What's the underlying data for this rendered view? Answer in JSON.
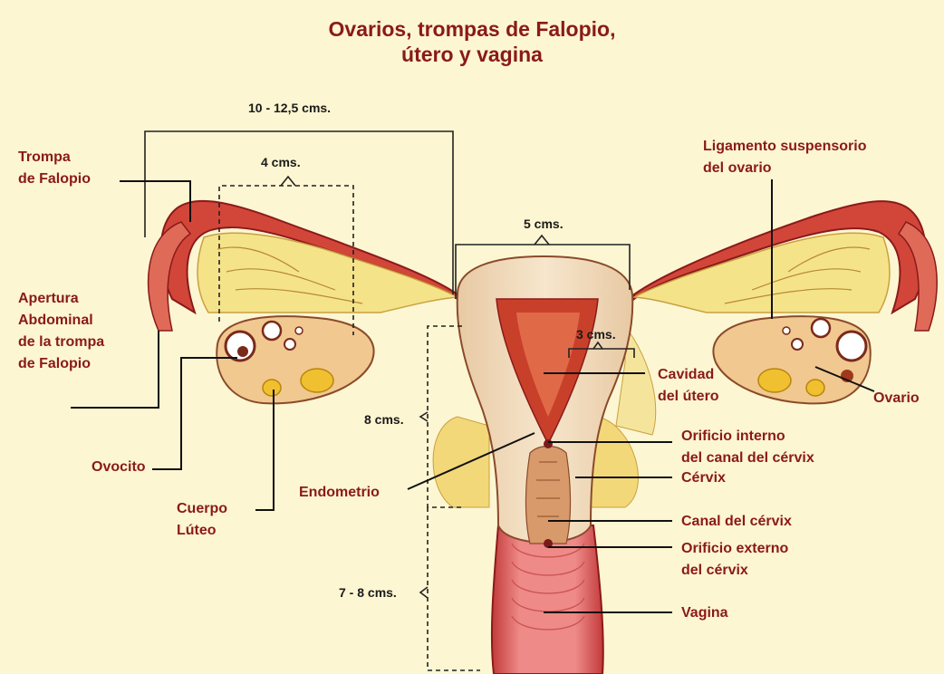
{
  "title": {
    "line1": "Ovarios, trompas de Falopio,",
    "line2": "útero y vagina"
  },
  "dimensions": {
    "tube_length": "10 - 12,5 cms.",
    "ovary_length": "4 cms.",
    "uterus_width": "5 cms.",
    "cavity_width": "3 cms.",
    "uterus_length": "8 cms.",
    "vagina_length": "7 - 8 cms."
  },
  "labels": {
    "trompa": [
      "Trompa",
      "de Falopio"
    ],
    "ligamento": [
      "Ligamento suspensorio",
      "del ovario"
    ],
    "apertura": [
      "Apertura",
      "Abdominal",
      "de la trompa",
      "de Falopio"
    ],
    "cavidad": [
      "Cavidad",
      "del útero"
    ],
    "ovario": "Ovario",
    "orificio_interno": [
      "Orificio interno",
      "del canal del cérvix"
    ],
    "ovocito": "Ovocito",
    "endometrio": "Endometrio",
    "cervix": "Cérvix",
    "cuerpo_luteo": [
      "Cuerpo",
      "Lúteo"
    ],
    "canal_cervix": "Canal del cérvix",
    "orificio_externo": [
      "Orificio externo",
      "del cérvix"
    ],
    "vagina": "Vagina"
  },
  "colors": {
    "background": "#fdf6d2",
    "label_text": "#8a1a1a",
    "tube_red": "#d2463a",
    "uterus_tissue": "#f2dcbc",
    "cavity_red": "#c9402a",
    "ovary_fill": "#f0c890",
    "vagina_pink": "#e87a7a"
  }
}
